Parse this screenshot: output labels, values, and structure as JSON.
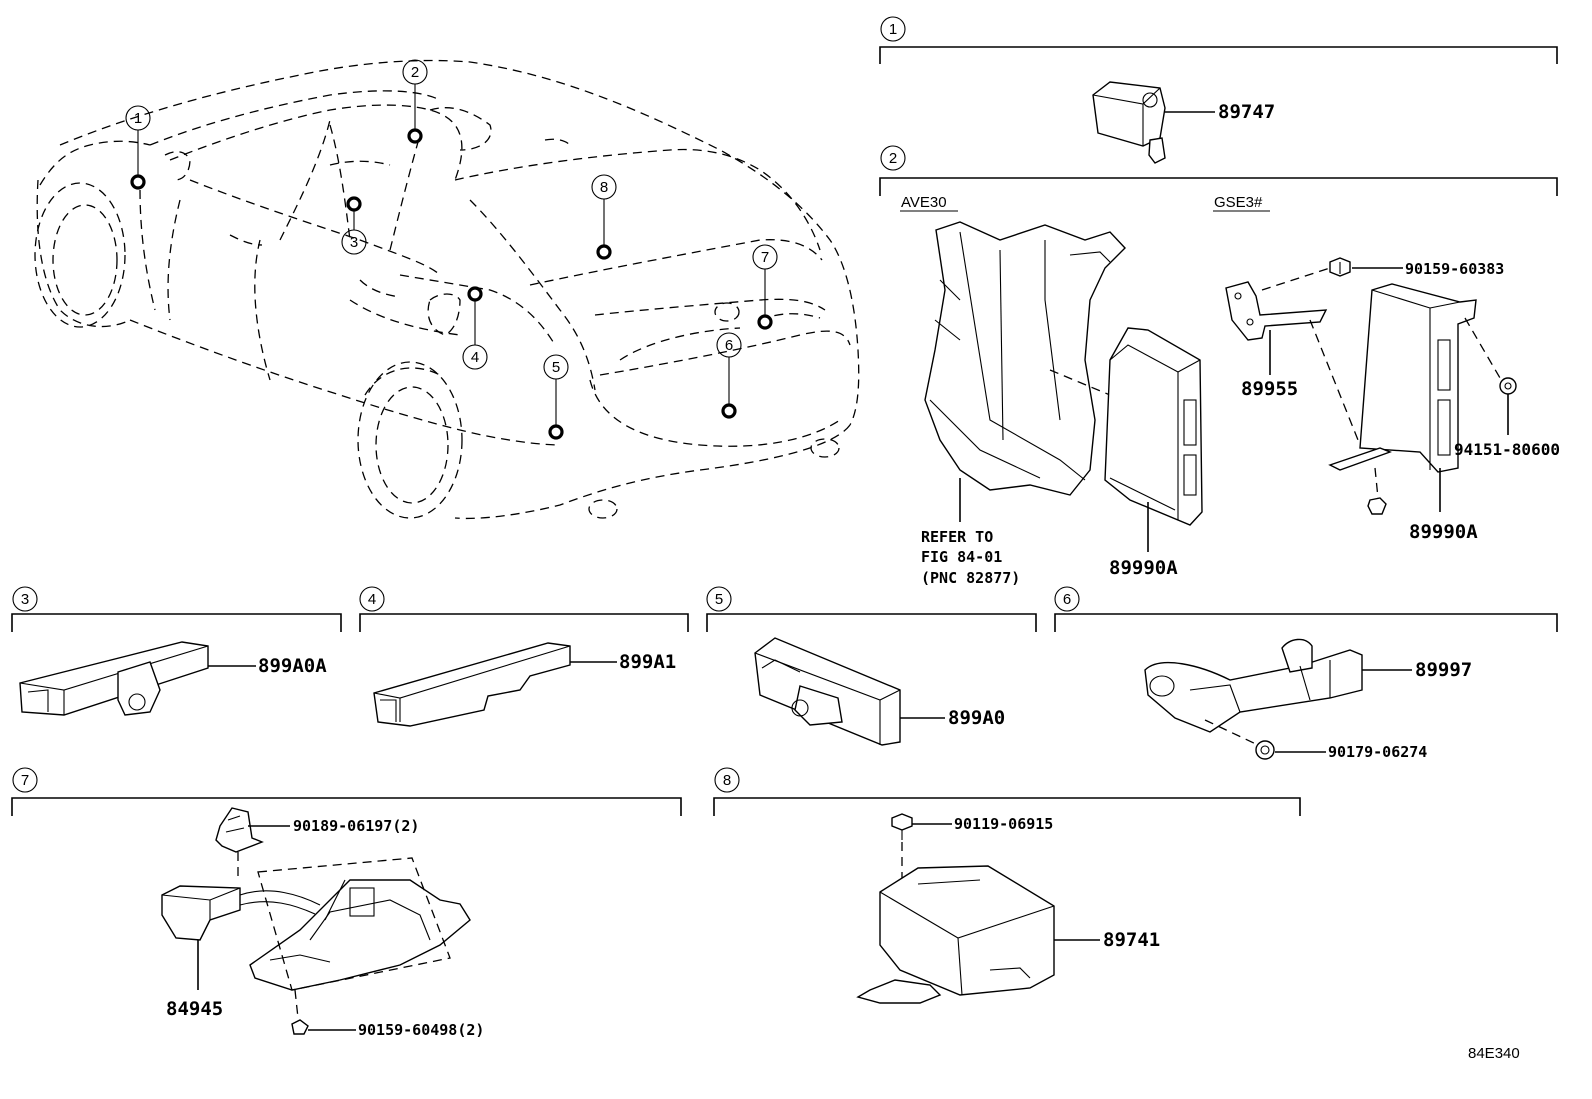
{
  "diagram_code": "84E340",
  "sections": [
    {
      "num": "1",
      "parts": [
        "89747"
      ]
    },
    {
      "num": "2",
      "variants": [
        "AVE30",
        "GSE3#"
      ],
      "parts": [
        "90159-60383",
        "89955",
        "94151-80600",
        "89990A",
        "89990A"
      ],
      "refer": [
        "REFER TO",
        "FIG 84-01",
        "(PNC 82877)"
      ]
    },
    {
      "num": "3",
      "parts": [
        "899A0A"
      ]
    },
    {
      "num": "4",
      "parts": [
        "899A1"
      ]
    },
    {
      "num": "5",
      "parts": [
        "899A0"
      ]
    },
    {
      "num": "6",
      "parts": [
        "89997",
        "90179-06274"
      ]
    },
    {
      "num": "7",
      "parts": [
        "90189-06197(2)",
        "84945",
        "90159-60498(2)"
      ]
    },
    {
      "num": "8",
      "parts": [
        "90119-06915",
        "89741"
      ]
    }
  ],
  "car_callouts": [
    "1",
    "2",
    "3",
    "4",
    "5",
    "6",
    "7",
    "8"
  ]
}
